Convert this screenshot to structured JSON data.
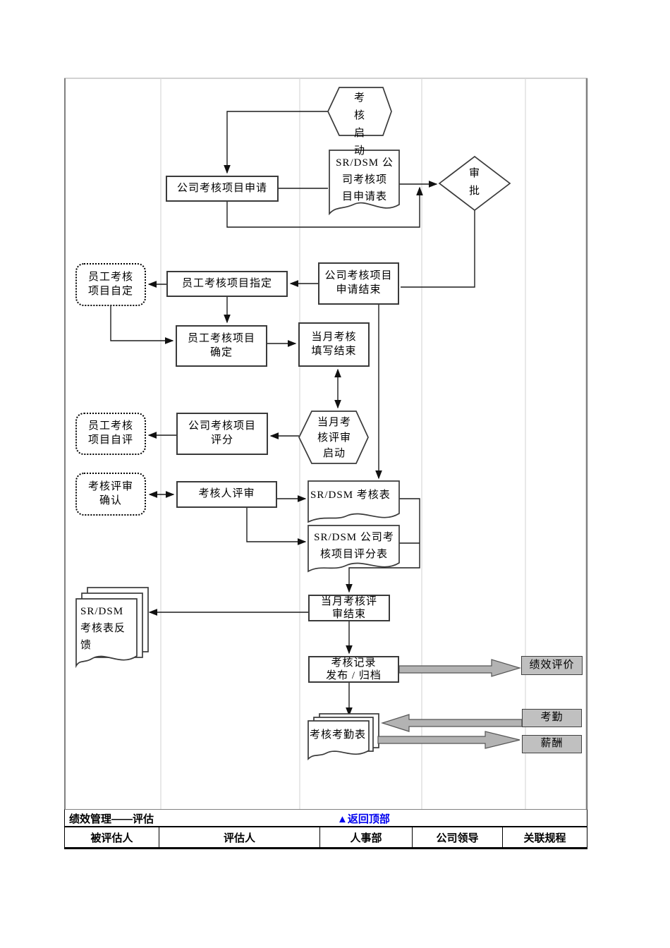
{
  "page": {
    "footer": {
      "title": "绩效管理——评估",
      "back_to_top": "▲返回顶部"
    },
    "lane_headers": [
      "被评估人",
      "评估人",
      "人事部",
      "公司领导",
      "关联规程"
    ]
  },
  "nodes": {
    "start": "考\n核\n启\n动",
    "apply": "公司考核项目申请",
    "apply_form": "SR/DSM 公\n司考核项\n目申请表",
    "approve": "审\n批",
    "apply_end": "公司考核项目\n申请结束",
    "self_set": "员工考核\n项目自定",
    "assign": "员工考核项目指定",
    "confirm": "员工考核项目\n确定",
    "fill_end": "当月考核\n填写结束",
    "review_start": "当月考\n核评审\n启动",
    "self_eval": "员工考核\n项目自评",
    "score": "公司考核项目\n评分",
    "review_confirm": "考核评审\n确认",
    "reviewer": "考核人评审",
    "assess_form": "SR/DSM 考核表",
    "score_form": "SR/DSM 公司考\n核项目评分表",
    "feedback": "SR/DSM\n考核表反\n馈",
    "review_end": "当月考核评\n审结束",
    "record": "考核记录\n发布 / 归档",
    "perf_eval": "绩效评价",
    "attend_form": "考核考勤表",
    "attendance": "考勤",
    "salary": "薪酬"
  },
  "colors": {
    "link_blue": "#0000ee",
    "gray_box_fill": "#c0c0c0",
    "block_arrow_fill": "#b3b3b3",
    "lane_line": "#d8d8d8",
    "shape_border": "#3a3a3a"
  }
}
